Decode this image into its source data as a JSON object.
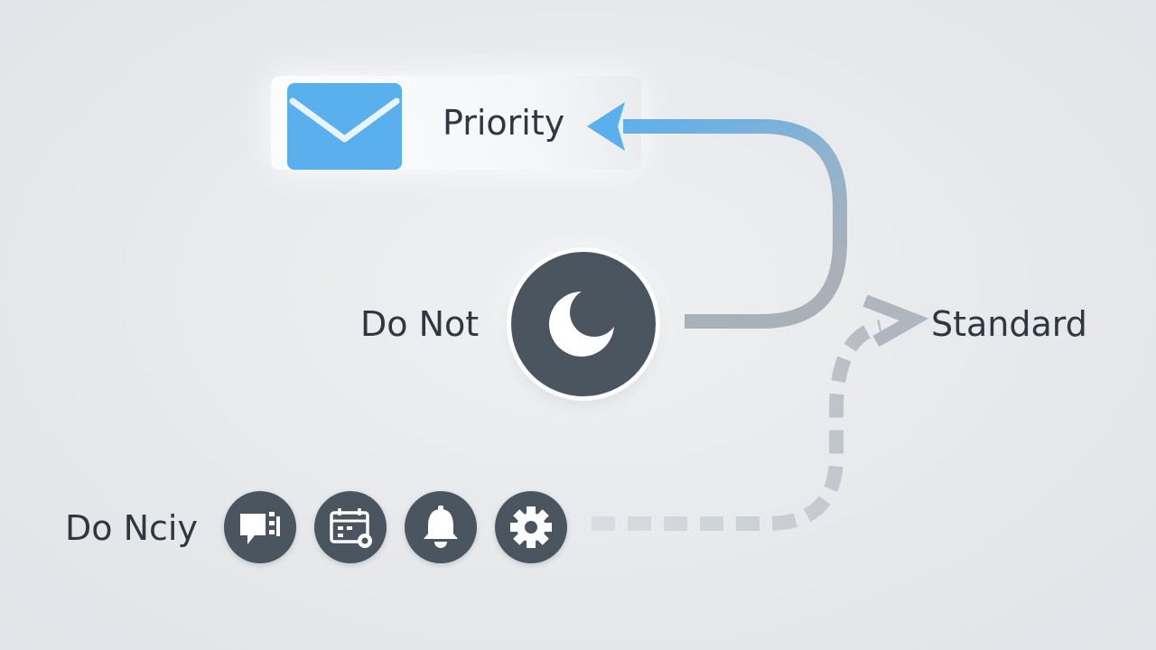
{
  "labels": {
    "priority": "Priority",
    "do_not": "Do Not",
    "standard": "Standard",
    "do_nly": "Do Nciy"
  },
  "icons": {
    "mail": "envelope-icon",
    "moon": "moon-icon",
    "row": [
      "feedback-icon",
      "calendar-icon",
      "bell-icon",
      "gear-icon"
    ]
  },
  "colors": {
    "accent_blue": "#5ab0ec",
    "icon_dark": "#4a5560",
    "connector_gray": "#a9b0b8",
    "dashed_gray": "#d2d6da",
    "text": "#2f3740"
  }
}
